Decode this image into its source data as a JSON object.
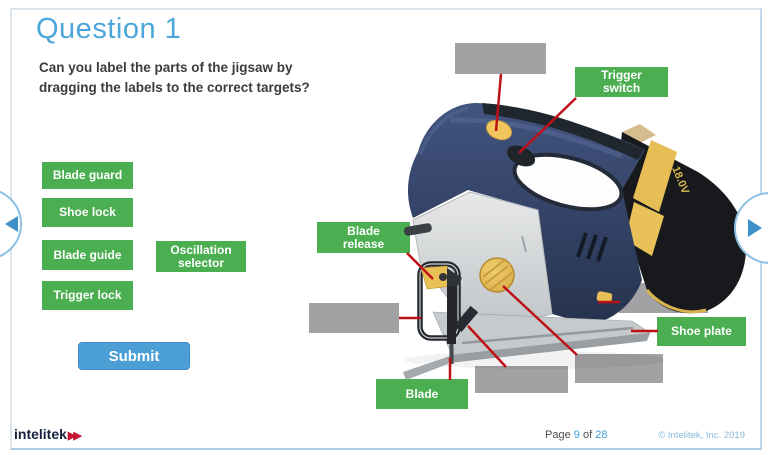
{
  "page": {
    "title": "Question 1",
    "instruction": [
      "Can you label the parts of the jigsaw by",
      "dragging the labels to the correct targets?"
    ],
    "submit": "Submit"
  },
  "labels": {
    "blade_guard": "Blade guard",
    "shoe_lock": "Shoe lock",
    "blade_guide": "Blade guide",
    "trigger_lock": "Trigger lock",
    "oscillation_selector": "Oscillation selector",
    "trigger_switch": "Trigger switch",
    "blade_release": "Blade release",
    "shoe_plate": "Shoe plate",
    "blade": "Blade"
  },
  "jigsaw": {
    "battery_text": "18.0V"
  },
  "footer": {
    "logo": "intelitek",
    "logo_arrows": "▶▶",
    "page_label": "Page",
    "page_current": "9",
    "of_label": "of",
    "page_total": "28",
    "copyright": "© Intelitek, Inc. 2019"
  },
  "colors": {
    "accent_blue": "#4BA6D9",
    "label_green": "#4BAE51",
    "target_gray": "#A2A2A4",
    "line_red": "#BE1117",
    "submit_blue": "#4B9FD5"
  }
}
